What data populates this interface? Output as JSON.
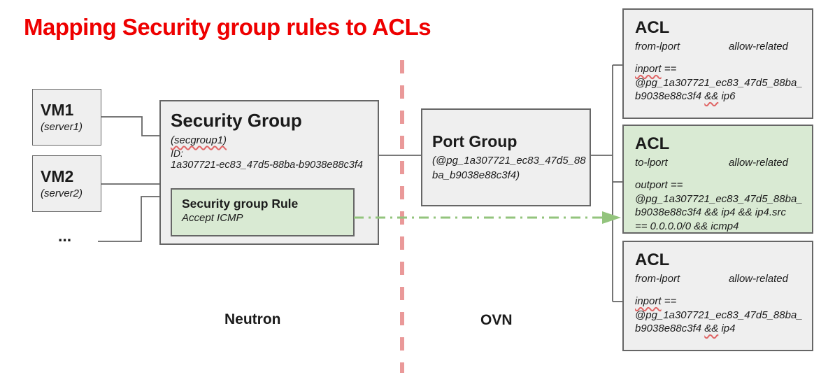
{
  "title": "Mapping Security group rules to ACLs",
  "colors": {
    "accent_red": "#ee0000",
    "divider_pink": "#ea9999",
    "arrow_green": "#93c47d",
    "highlight_green": "#d9ead3",
    "box_fill": "#efefef",
    "line_gray": "#666666",
    "squiggle_red": "#e06666"
  },
  "vms": [
    {
      "name": "VM1",
      "detail": "(server1)"
    },
    {
      "name": "VM2",
      "detail": "(server2)"
    }
  ],
  "ellipsis": "...",
  "security_group": {
    "title": "Security Group",
    "subtitle": "(secgroup1)",
    "id_label": "ID:",
    "id_value": "1a307721-ec83_47d5-88ba-b9038e88c3f4",
    "rule": {
      "title": "Security group Rule",
      "detail": "Accept ICMP"
    }
  },
  "port_group": {
    "title": "Port Group",
    "id_value": "(@pg_1a307721_ec83_47d5_88\nba_b9038e88c3f4)"
  },
  "zones": {
    "left": "Neutron",
    "right": "OVN"
  },
  "acls": [
    {
      "title": "ACL",
      "direction": "from-lport",
      "action": "allow-related",
      "highlight": false,
      "match_segments": [
        {
          "t": "inport",
          "sq": true
        },
        {
          "t": " ==\n@pg_1a307721_ec83_47d5_88ba_\nb9038e88c3f4 ",
          "sq": false
        },
        {
          "t": "&&",
          "sq": true
        },
        {
          "t": " ip6",
          "sq": false
        }
      ]
    },
    {
      "title": "ACL",
      "direction": "to-lport",
      "action": "allow-related",
      "highlight": true,
      "match_segments": [
        {
          "t": "outport ==\n@pg_1a307721_ec83_47d5_88ba_\nb9038e88c3f4 && ip4 && ip4.src\n== 0.0.0.0/0 && icmp4",
          "sq": false
        }
      ]
    },
    {
      "title": "ACL",
      "direction": "from-lport",
      "action": "allow-related",
      "highlight": false,
      "match_segments": [
        {
          "t": "inport",
          "sq": true
        },
        {
          "t": " ==\n@pg_1a307721_ec83_47d5_88ba_\nb9038e88c3f4 ",
          "sq": false
        },
        {
          "t": "&&",
          "sq": true
        },
        {
          "t": " ip4",
          "sq": false
        }
      ]
    }
  ]
}
